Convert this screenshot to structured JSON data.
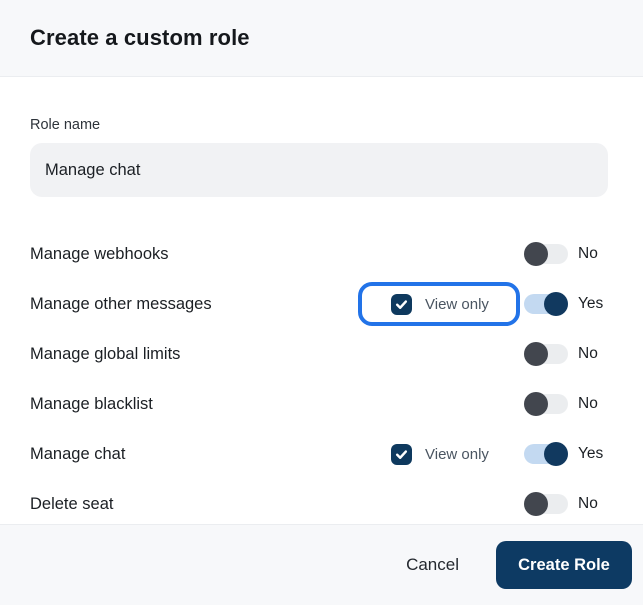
{
  "modal": {
    "title": "Create a custom role",
    "role_name_field": {
      "label": "Role name",
      "value": "Manage chat"
    },
    "permissions": [
      {
        "label": "Manage webhooks",
        "enabled": false,
        "state_label": "No"
      },
      {
        "label": "Manage other messages",
        "enabled": true,
        "state_label": "Yes",
        "view_only": {
          "label": "View only",
          "checked": true,
          "highlighted": true
        }
      },
      {
        "label": "Manage global limits",
        "enabled": false,
        "state_label": "No"
      },
      {
        "label": "Manage blacklist",
        "enabled": false,
        "state_label": "No"
      },
      {
        "label": "Manage chat",
        "enabled": true,
        "state_label": "Yes",
        "view_only": {
          "label": "View only",
          "checked": true,
          "highlighted": false
        }
      },
      {
        "label": "Delete seat",
        "enabled": false,
        "state_label": "No"
      }
    ],
    "footer": {
      "cancel_label": "Cancel",
      "create_label": "Create Role"
    },
    "colors": {
      "accent_navy": "#0d3a63",
      "highlight_blue": "#2273e8",
      "toggle_on_track": "#c3d9f1",
      "toggle_off_track": "#ebedef",
      "toggle_off_knob": "#42464e",
      "panel_bg": "#f7f8fa",
      "input_bg": "#f1f2f4"
    }
  }
}
